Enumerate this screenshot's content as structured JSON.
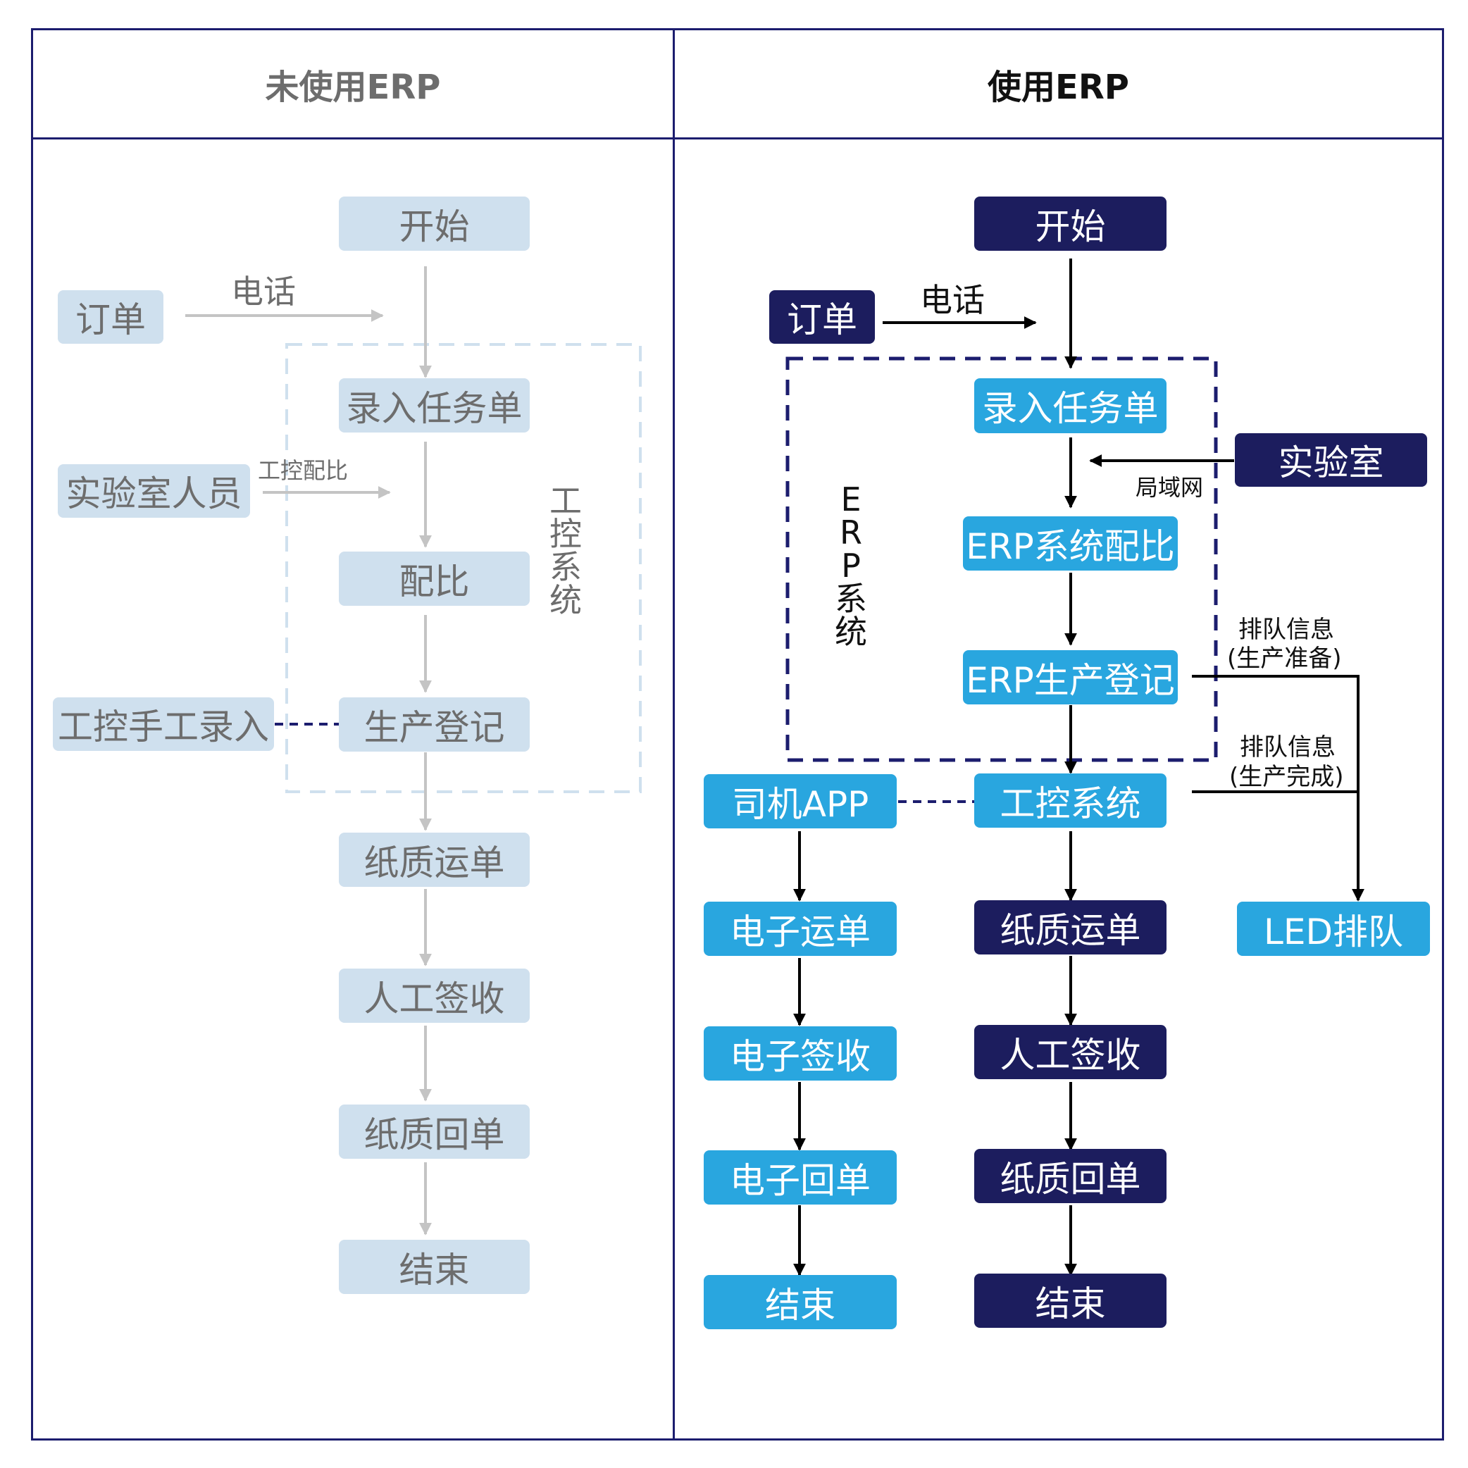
{
  "left": {
    "title": "未使用ERP",
    "nodes": {
      "start": "开始",
      "order": "订单",
      "task_entry": "录入任务单",
      "lab_staff": "实验室人员",
      "mixing": "配比",
      "manual_entry": "工控手工录入",
      "production_reg": "生产登记",
      "paper_waybill": "纸质运单",
      "manual_sign": "人工签收",
      "paper_receipt": "纸质回单",
      "end": "结束"
    },
    "labels": {
      "phone": "电话",
      "ctrl_mix": "工控配比",
      "ctrl_system_vertical": "工控系统"
    }
  },
  "right": {
    "title": "使用ERP",
    "nodes": {
      "start": "开始",
      "order": "订单",
      "task_entry": "录入任务单",
      "lab": "实验室",
      "erp_mix": "ERP系统配比",
      "erp_production": "ERP生产登记",
      "driver_app": "司机APP",
      "ctrl_system": "工控系统",
      "e_waybill": "电子运单",
      "paper_waybill": "纸质运单",
      "led_queue": "LED排队",
      "e_sign": "电子签收",
      "manual_sign": "人工签收",
      "e_receipt": "电子回单",
      "paper_receipt": "纸质回单",
      "end_left": "结束",
      "end_right": "结束"
    },
    "labels": {
      "phone": "电话",
      "lan": "局域网",
      "erp_system_vertical": "ERP系统",
      "queue_prep_1": "排队信息",
      "queue_prep_2": "(生产准备)",
      "queue_done_1": "排队信息",
      "queue_done_2": "(生产完成)"
    }
  },
  "colors": {
    "border": "#1c1d6e",
    "pale_box": "#cfe0ee",
    "pale_text": "#6d6d6d",
    "pale_arrow": "#c4c4c4",
    "navy_box": "#1c1d5e",
    "cyan_box": "#29a6df",
    "dark_arrow": "#000000"
  }
}
